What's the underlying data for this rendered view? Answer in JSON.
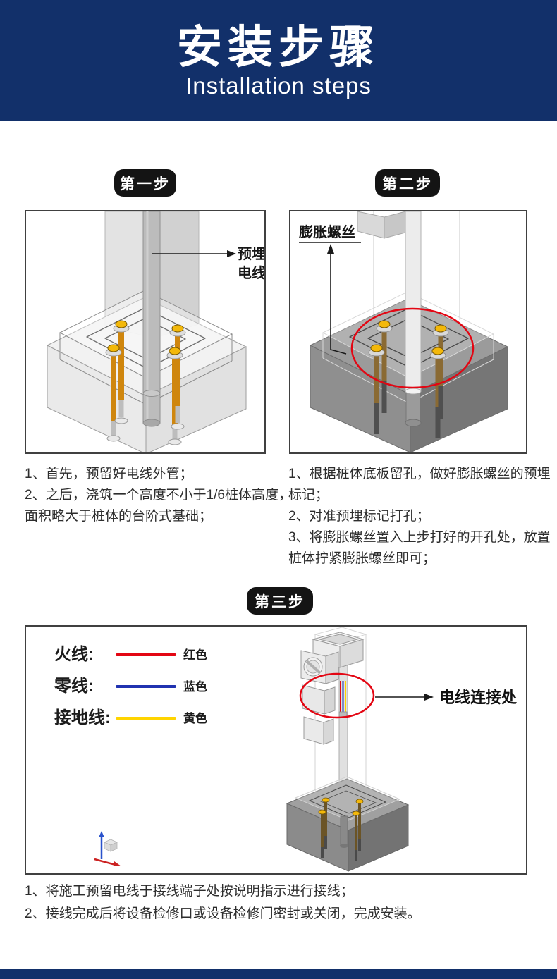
{
  "header": {
    "title_zh": "安装步骤",
    "title_en": "Installation steps",
    "bg_color": "#12306a",
    "text_color": "#ffffff"
  },
  "steps": [
    {
      "badge": "第一步",
      "annotation_lines": [
        "预埋",
        "电线"
      ],
      "notes": [
        "1、首先，预留好电线外管；",
        "2、之后，浇筑一个高度不小于1/6桩体高度，",
        "面积略大于桩体的台阶式基础；"
      ]
    },
    {
      "badge": "第二步",
      "annotation": "膨胀螺丝",
      "highlight_color": "#e30613",
      "notes": [
        "1、根据桩体底板留孔，做好膨胀螺丝的预埋",
        "标记；",
        "2、对准预埋标记打孔；",
        "3、将膨胀螺丝置入上步打好的开孔处，放置",
        "桩体拧紧膨胀螺丝即可；"
      ]
    },
    {
      "badge": "第三步",
      "annotation": "电线连接处",
      "highlight_color": "#e30613",
      "legend": [
        {
          "label": "火线:",
          "color_name": "红色",
          "color": "#e30613"
        },
        {
          "label": "零线:",
          "color_name": "蓝色",
          "color": "#2032b0"
        },
        {
          "label": "接地线:",
          "color_name": "黄色",
          "color": "#ffd400"
        }
      ],
      "notes": [
        "1、将施工预留电线于接线端子处按说明指示进行接线；",
        "2、接线完成后将设备检修口或设备检修门密封或关闭，完成安装。"
      ]
    }
  ],
  "colors": {
    "banner_navy": "#12306a",
    "badge_black": "#141414",
    "box_border": "#404040",
    "bolt_gold": "#f3b80a",
    "bolt_rod_orange": "#cf860e",
    "concrete_light": "#ededed",
    "concrete_dark": "#8f8f8f"
  }
}
